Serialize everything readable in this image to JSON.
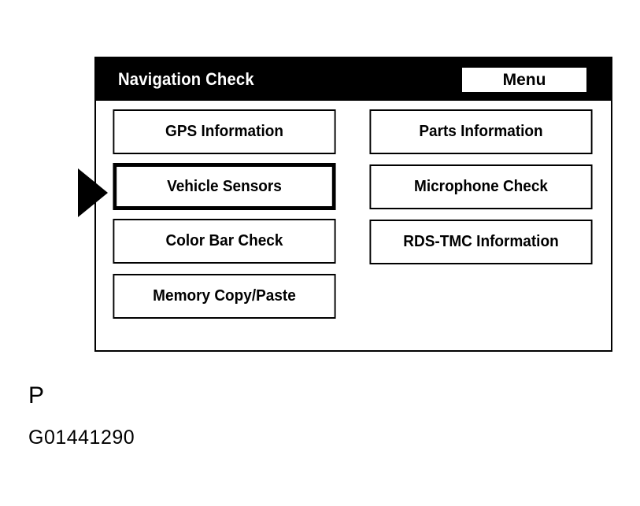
{
  "screen": {
    "title": "Navigation Check",
    "menu_button_label": "Menu",
    "colors": {
      "title_bar_background": "#000000",
      "title_text": "#ffffff",
      "screen_background": "#ffffff",
      "border": "#000000",
      "button_background": "#ffffff",
      "button_text": "#000000"
    },
    "columns": {
      "left": [
        {
          "label": "GPS Information",
          "selected": false
        },
        {
          "label": "Vehicle Sensors",
          "selected": true
        },
        {
          "label": "Color Bar Check",
          "selected": false
        },
        {
          "label": "Memory Copy/Paste",
          "selected": false
        }
      ],
      "right": [
        {
          "label": "Parts Information",
          "selected": false
        },
        {
          "label": "Microphone Check",
          "selected": false
        },
        {
          "label": "RDS-TMC Information",
          "selected": false
        }
      ]
    },
    "pointer": {
      "icon": "right-arrow-icon",
      "points_to": "Vehicle Sensors"
    }
  },
  "caption": {
    "letter": "P",
    "code": "G01441290"
  }
}
